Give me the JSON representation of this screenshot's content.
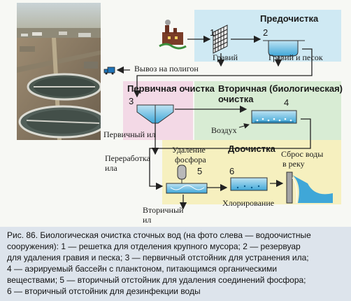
{
  "figure": {
    "zone_headers": {
      "pretreatment": "Предочистка",
      "primary": "Первичная очистка",
      "secondary_line1": "Вторичная (биологическая)",
      "secondary_line2": "очистка",
      "tertiary": "Доочистка"
    },
    "numbers": [
      "1",
      "2",
      "3",
      "4",
      "5",
      "6"
    ],
    "labels": {
      "gravel": "Гравий",
      "gravel_sand": "Гравий и песок",
      "to_landfill": "Вывоз на полигон",
      "air": "Воздух",
      "primary_sludge": "Первичный ил",
      "processing_line1": "Переработка",
      "processing_line2": "ила",
      "phosphorus_line1": "Удаление",
      "phosphorus_line2": "фосфора",
      "chlorination": "Хлорирование",
      "discharge_line1": "Сброс воды",
      "discharge_line2": "в реку",
      "secondary_sludge_line1": "Вторичный",
      "secondary_sludge_line2": "ил"
    },
    "colors": {
      "pretreatment_bg": "#cfe9f3",
      "primary_bg": "#f3d9e6",
      "secondary_bg": "#d8ecd4",
      "tertiary_bg": "#f6f0bf",
      "water": "#3fa7d8",
      "arrow": "#222222"
    }
  },
  "caption": {
    "lines": [
      "Рис. 86.    Биологическая очистка сточных вод (на фото слева — водоочистные",
      "сооружения): 1 — решетка для отделения крупного мусора; 2 — резервуар",
      "для удаления гравия и песка; 3 — первичный отстойник для устранения ила;",
      "4 — аэрируемый бассейн с планктоном, питающимся органическими",
      "веществами; 5 — вторичный отстойник для удаления соединений фосфора;",
      "6 — вторичный отстойник для дезинфекции воды"
    ]
  }
}
